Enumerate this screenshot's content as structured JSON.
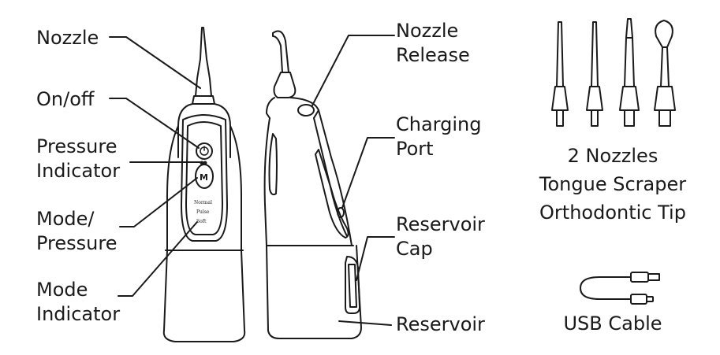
{
  "labels": {
    "nozzle": "Nozzle",
    "on_off": "On/off",
    "pressure_indicator_1": "Pressure",
    "pressure_indicator_2": "Indicator",
    "mode_pressure_1": "Mode/",
    "mode_pressure_2": "Pressure",
    "mode_indicator_1": "Mode",
    "mode_indicator_2": "Indicator",
    "nozzle_release_1": "Nozzle",
    "nozzle_release_2": "Release",
    "charging_port_1": "Charging",
    "charging_port_2": "Port",
    "reservoir_cap_1": "Reservoir",
    "reservoir_cap_2": "Cap",
    "reservoir": "Reservoir"
  },
  "accessories": {
    "nozzles": "2 Nozzles",
    "tongue_scraper": "Tongue Scraper",
    "orthodontic_tip": "Orthodontic Tip",
    "usb_cable": "USB Cable"
  },
  "device_text": {
    "mode_normal": "Normal",
    "mode_pulse": "Pulse",
    "mode_soft": "Soft",
    "mode_button": "M"
  },
  "colors": {
    "ink": "#1a1a1a"
  }
}
